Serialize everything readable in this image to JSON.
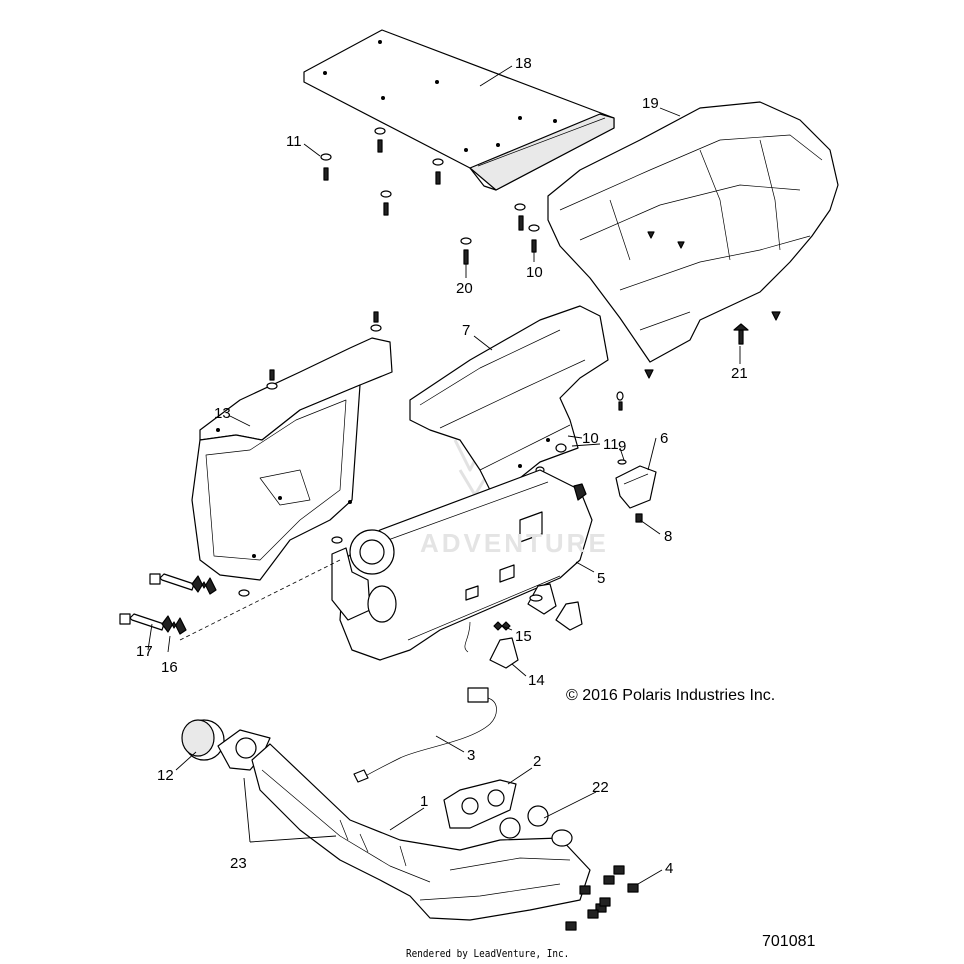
{
  "diagram": {
    "callouts": [
      "1",
      "2",
      "3",
      "4",
      "5",
      "6",
      "7",
      "8",
      "9",
      "10",
      "10",
      "11",
      "11",
      "12",
      "13",
      "14",
      "15",
      "16",
      "17",
      "18",
      "19",
      "20",
      "21",
      "22",
      "23"
    ],
    "copyright": "© 2016 Polaris Industries Inc.",
    "watermark": "ADVENTURE",
    "diagram_id": "701081",
    "footer": "Rendered by LeadVenture, Inc."
  }
}
